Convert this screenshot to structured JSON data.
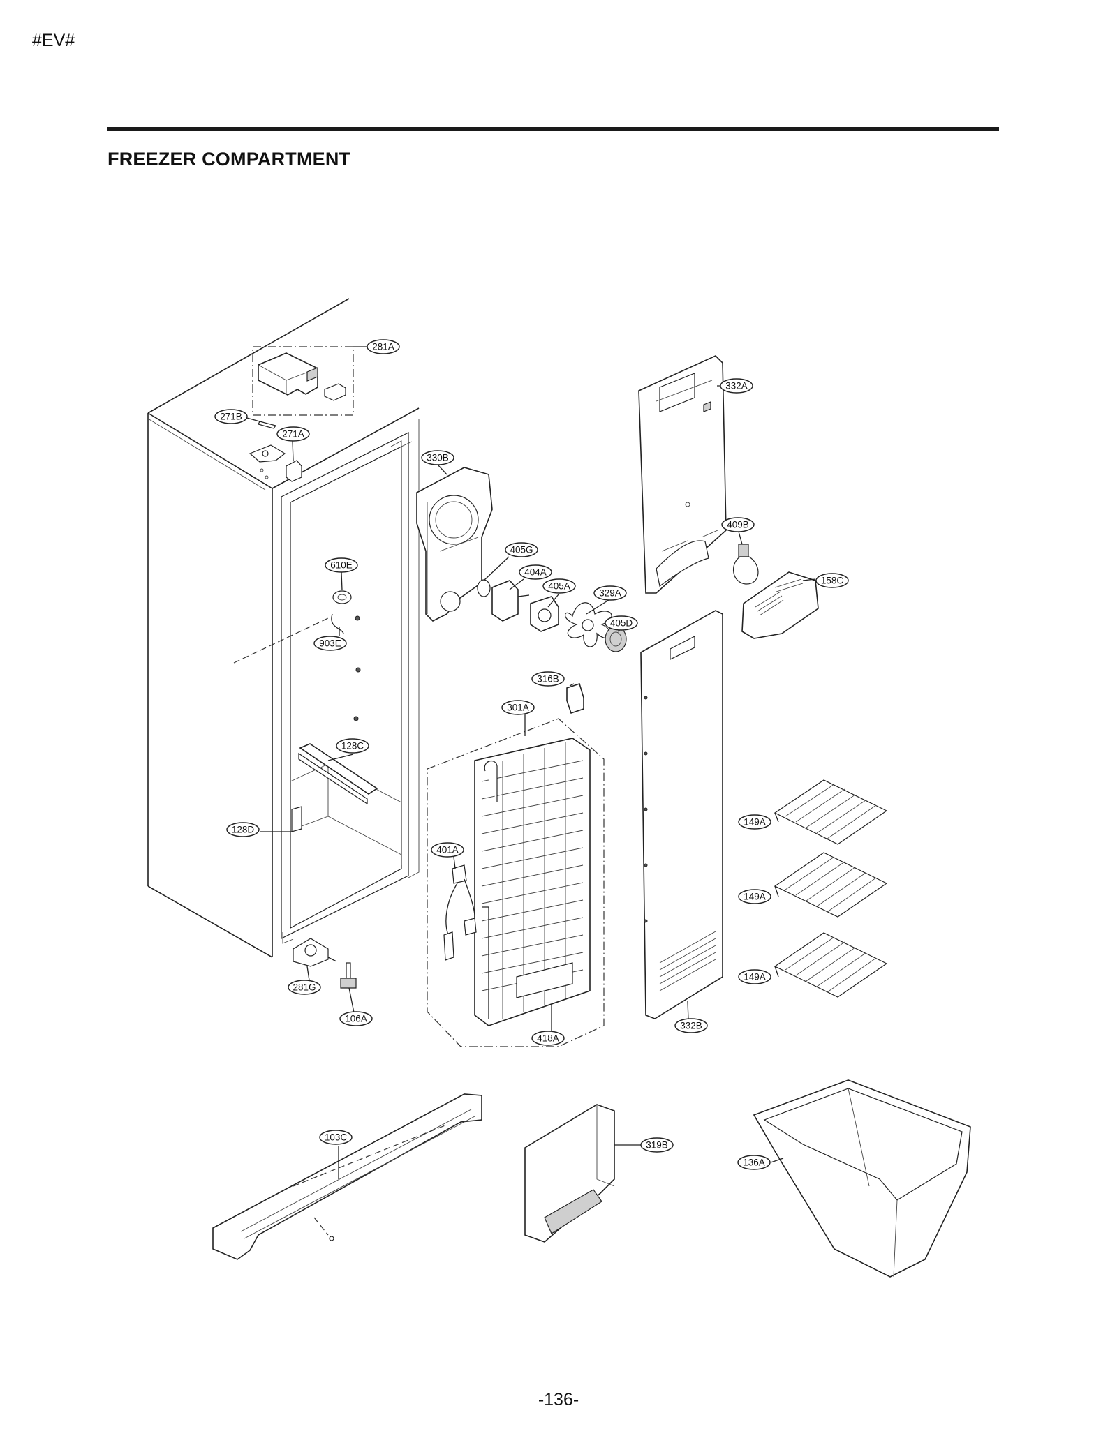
{
  "header": {
    "code": "#EV#",
    "title": "FREEZER COMPARTMENT"
  },
  "footer": {
    "page_number": "-136-"
  },
  "callouts": [
    {
      "id": "281A",
      "label": "281A"
    },
    {
      "id": "271B",
      "label": "271B"
    },
    {
      "id": "271A",
      "label": "271A"
    },
    {
      "id": "330B",
      "label": "330B"
    },
    {
      "id": "332A",
      "label": "332A"
    },
    {
      "id": "409B",
      "label": "409B"
    },
    {
      "id": "158C",
      "label": "158C"
    },
    {
      "id": "405G",
      "label": "405G"
    },
    {
      "id": "404A",
      "label": "404A"
    },
    {
      "id": "405A",
      "label": "405A"
    },
    {
      "id": "329A",
      "label": "329A"
    },
    {
      "id": "405D",
      "label": "405D"
    },
    {
      "id": "610E",
      "label": "610E"
    },
    {
      "id": "903E",
      "label": "903E"
    },
    {
      "id": "316B",
      "label": "316B"
    },
    {
      "id": "301A",
      "label": "301A"
    },
    {
      "id": "128C",
      "label": "128C"
    },
    {
      "id": "128D",
      "label": "128D"
    },
    {
      "id": "401A",
      "label": "401A"
    },
    {
      "id": "149A_1",
      "label": "149A"
    },
    {
      "id": "149A_2",
      "label": "149A"
    },
    {
      "id": "149A_3",
      "label": "149A"
    },
    {
      "id": "281G",
      "label": "281G"
    },
    {
      "id": "106A",
      "label": "106A"
    },
    {
      "id": "418A",
      "label": "418A"
    },
    {
      "id": "332B",
      "label": "332B"
    },
    {
      "id": "103C",
      "label": "103C"
    },
    {
      "id": "319B",
      "label": "319B"
    },
    {
      "id": "136A",
      "label": "136A"
    }
  ]
}
